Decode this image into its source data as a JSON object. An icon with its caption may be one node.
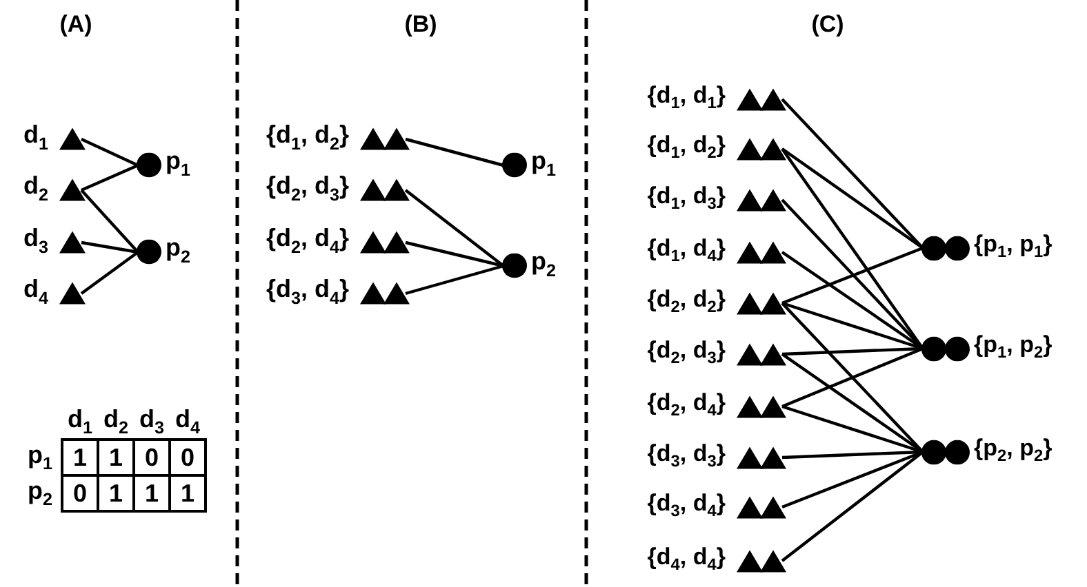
{
  "diagram": {
    "nodes": [
      {
        "text": [
          "d$_{1}$"
        ]
      },
      {
        "text": [
          "d$_{2}$"
        ]
      },
      {
        "text": [
          "d$_{3}$"
        ]
      },
      {
        "text": [
          "d$_{4}$"
        ]
      },
      {
        "text": [
          "p$_{1}$"
        ]
      },
      {
        "text": [
          "p$_{2}$"
        ]
      },
      {
        "text": [
          "{d$_{1}$, d$_{2}$}"
        ]
      },
      {
        "text": [
          "{d$_{2}$, d$_{3}$}"
        ]
      },
      {
        "text": [
          "{d$_{2}$, d$_{4}$}"
        ]
      },
      {
        "text": [
          "{d$_{3}$, d$_{4}$}"
        ]
      },
      {
        "text": [
          "p$_{1}$"
        ]
      },
      {
        "text": [
          "p$_{2}$"
        ]
      },
      {
        "text": [
          "{d$_{1}$, d$_{1}$}"
        ]
      },
      {
        "text": [
          "{d$_{1}$, d$_{2}$}"
        ]
      },
      {
        "text": [
          "{d$_{1}$, d$_{3}$}"
        ]
      },
      {
        "text": [
          "{d$_{1}$, d$_{4}$}"
        ]
      },
      {
        "text": [
          "{d$_{2}$, d$_{2}$}"
        ]
      },
      {
        "text": [
          "{d$_{2}$, d$_{3}$}"
        ]
      },
      {
        "text": [
          "{d$_{2}$, d$_{4}$}"
        ]
      },
      {
        "text": [
          "{d$_{3}$, d$_{3}$}"
        ]
      },
      {
        "text": [
          "{d$_{3}$, d$_{4}$}"
        ]
      },
      {
        "text": [
          "{d$_{4}$, d$_{4}$}"
        ]
      },
      {
        "text": [
          "{p$_{1}$, p$_{1}$}"
        ]
      },
      {
        "text": [
          "{p$_{1}$, p$_{2}$}"
        ]
      },
      {
        "text": [
          "{p$_{2}$, p$_{2}$}"
        ]
      }
    ],
    "edges": [
      {
        "from": 0,
        "to": 4,
        "arrow": "none"
      },
      {
        "from": 1,
        "to": 4,
        "arrow": "none"
      },
      {
        "from": 1,
        "to": 5,
        "arrow": "none"
      },
      {
        "from": 2,
        "to": 5,
        "arrow": "none"
      },
      {
        "from": 3,
        "to": 5,
        "arrow": "none"
      },
      {
        "from": 6,
        "to": 10,
        "arrow": "none"
      },
      {
        "from": 7,
        "to": 11,
        "arrow": "none"
      },
      {
        "from": 8,
        "to": 11,
        "arrow": "none"
      },
      {
        "from": 9,
        "to": 11,
        "arrow": "none"
      },
      {
        "from": 12,
        "to": 22,
        "arrow": "none"
      },
      {
        "from": 13,
        "to": 22,
        "arrow": "none"
      },
      {
        "from": 13,
        "to": 23,
        "arrow": "none"
      },
      {
        "from": 14,
        "to": 23,
        "arrow": "none"
      },
      {
        "from": 15,
        "to": 23,
        "arrow": "none"
      },
      {
        "from": 16,
        "to": 22,
        "arrow": "none"
      },
      {
        "from": 16,
        "to": 23,
        "arrow": "none"
      },
      {
        "from": 16,
        "to": 24,
        "arrow": "none"
      },
      {
        "from": 17,
        "to": 23,
        "arrow": "none"
      },
      {
        "from": 17,
        "to": 24,
        "arrow": "none"
      },
      {
        "from": 18,
        "to": 23,
        "arrow": "none"
      },
      {
        "from": 18,
        "to": 24,
        "arrow": "none"
      },
      {
        "from": 19,
        "to": 24,
        "arrow": "none"
      },
      {
        "from": 20,
        "to": 24,
        "arrow": "none"
      },
      {
        "from": 21,
        "to": 24,
        "arrow": "none"
      }
    ],
    "labels": [
      "(A)",
      "(B)",
      "(C)",
      "d$_{1}$",
      "d$_{2}$",
      "d$_{3}$",
      "d$_{4}$",
      "p$_{1}$",
      "1",
      "1",
      "0",
      "0",
      "p$_{2}$",
      "0",
      "1",
      "1",
      "1"
    ]
  }
}
